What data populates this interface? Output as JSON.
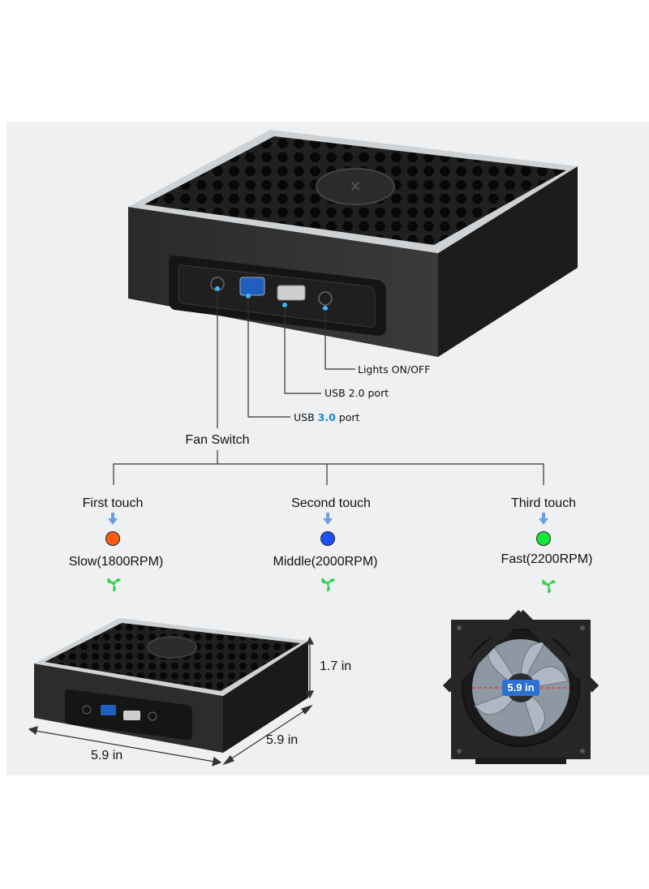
{
  "callouts": {
    "lights": "Lights ON/OFF",
    "usb2": "USB 2.0 port",
    "usb3_prefix": "USB ",
    "usb3_version": "3.0",
    "usb3_suffix": " port",
    "fan_switch": "Fan Switch"
  },
  "modes": [
    {
      "touch": "First touch",
      "speed": "Slow(1800RPM)",
      "color": "#ff5a14"
    },
    {
      "touch": "Second touch",
      "speed": "Middle(2000RPM)",
      "color": "#1e4fff"
    },
    {
      "touch": "Third touch",
      "speed": "Fast(2200RPM)",
      "color": "#16e83a"
    }
  ],
  "dimensions": {
    "height": "1.7 in",
    "depth": "5.9 in",
    "width": "5.9 in",
    "fan_diameter": "5.9 in"
  },
  "colors": {
    "arrow": "#6d9fdf",
    "fan_icon": "#2fd14a",
    "panel": "#eef0f2",
    "usb3_blue": "#1d86c6"
  }
}
